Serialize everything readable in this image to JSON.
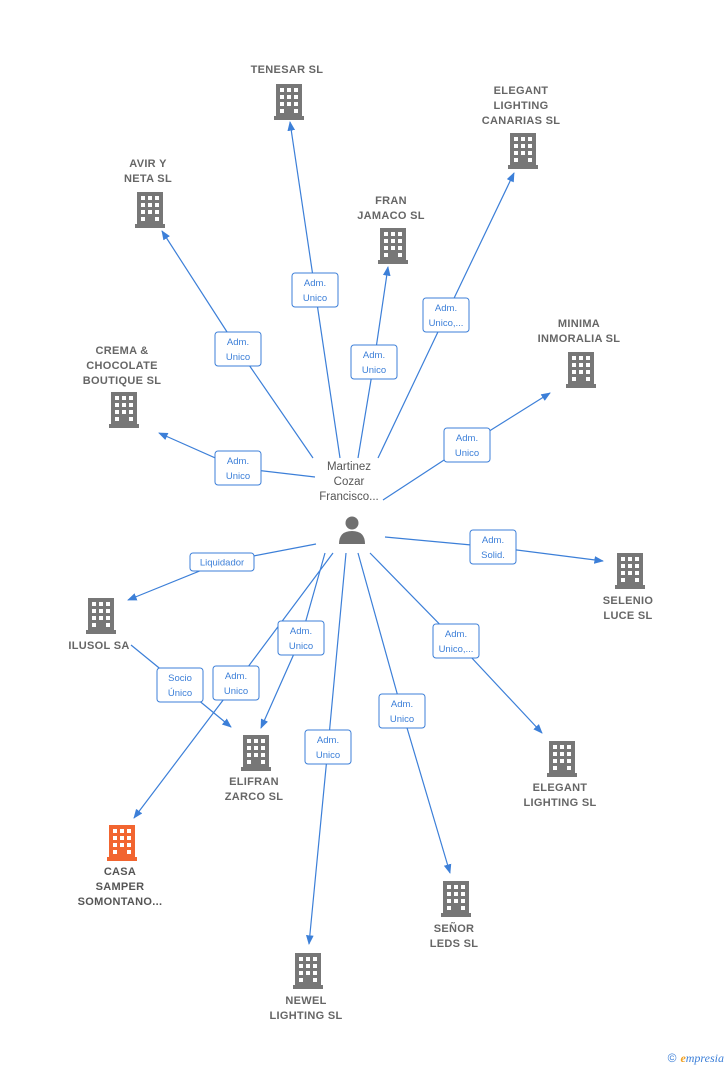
{
  "colors": {
    "edge": "#3c7fd8",
    "building": "#777777",
    "building_highlight": "#f26530",
    "person": "#707070"
  },
  "center": {
    "lines": [
      "Martinez",
      "Cozar",
      "Francisco..."
    ],
    "icon": "person-icon"
  },
  "nodes": [
    {
      "id": "tenesar",
      "lines": [
        "TENESAR SL"
      ],
      "icon": "building-icon"
    },
    {
      "id": "elegant-canarias",
      "lines": [
        "ELEGANT",
        "LIGHTING",
        "CANARIAS  SL"
      ],
      "icon": "building-icon"
    },
    {
      "id": "avir",
      "lines": [
        "AVIR Y",
        "NETA SL"
      ],
      "icon": "building-icon"
    },
    {
      "id": "fran",
      "lines": [
        "FRAN",
        "JAMACO SL"
      ],
      "icon": "building-icon"
    },
    {
      "id": "minima",
      "lines": [
        "MINIMA",
        "INMORALIA  SL"
      ],
      "icon": "building-icon"
    },
    {
      "id": "crema",
      "lines": [
        "CREMA &",
        "CHOCOLATE",
        "BOUTIQUE SL"
      ],
      "icon": "building-icon"
    },
    {
      "id": "selenio",
      "lines": [
        "SELENIO",
        "LUCE  SL"
      ],
      "icon": "building-icon"
    },
    {
      "id": "ilusol",
      "lines": [
        "ILUSOL SA"
      ],
      "icon": "building-icon"
    },
    {
      "id": "elifran",
      "lines": [
        "ELIFRAN",
        "ZARCO  SL"
      ],
      "icon": "building-icon"
    },
    {
      "id": "elegant",
      "lines": [
        "ELEGANT",
        "LIGHTING SL"
      ],
      "icon": "building-icon"
    },
    {
      "id": "casa",
      "lines": [
        "CASA",
        "SAMPER",
        "SOMONTANO..."
      ],
      "icon": "building-icon",
      "highlight": true
    },
    {
      "id": "senor",
      "lines": [
        "SEÑOR",
        "LEDS SL"
      ],
      "icon": "building-icon"
    },
    {
      "id": "newel",
      "lines": [
        "NEWEL",
        "LIGHTING  SL"
      ],
      "icon": "building-icon"
    }
  ],
  "edges": [
    {
      "to": "tenesar",
      "label": [
        "Adm.",
        "Unico"
      ]
    },
    {
      "to": "elegant-canarias",
      "label": [
        "Adm.",
        "Unico,..."
      ]
    },
    {
      "to": "avir",
      "label": [
        "Adm.",
        "Unico"
      ]
    },
    {
      "to": "fran",
      "label": [
        "Adm.",
        "Unico"
      ]
    },
    {
      "to": "minima",
      "label": [
        "Adm.",
        "Unico"
      ]
    },
    {
      "to": "crema",
      "label": [
        "Adm.",
        "Unico"
      ]
    },
    {
      "to": "selenio",
      "label": [
        "Adm.",
        "Solid."
      ]
    },
    {
      "to": "ilusol",
      "label": [
        "Liquidador"
      ]
    },
    {
      "to": "elifran",
      "label": [
        "Adm.",
        "Unico"
      ]
    },
    {
      "to": "elegant",
      "label": [
        "Adm.",
        "Unico,..."
      ]
    },
    {
      "to": "casa",
      "label": [
        "Adm.",
        "Unico"
      ]
    },
    {
      "to": "senor",
      "label": [
        "Adm.",
        "Unico"
      ]
    },
    {
      "to": "newel",
      "label": [
        "Adm.",
        "Unico"
      ]
    },
    {
      "from": "ilusol",
      "to": "elifran",
      "label": [
        "Socio",
        "Único"
      ]
    }
  ],
  "brand": {
    "copyright": "©",
    "initial": "e",
    "rest": "mpresia"
  }
}
